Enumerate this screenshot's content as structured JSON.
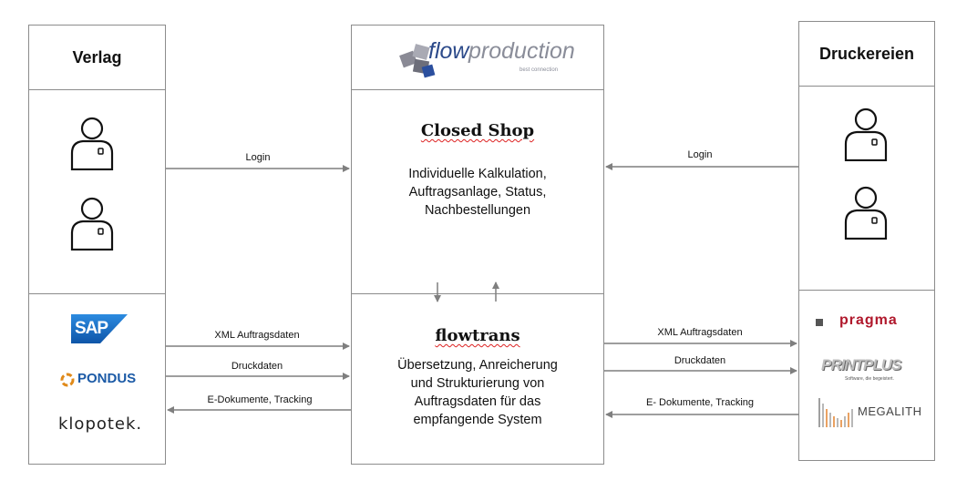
{
  "left": {
    "title": "Verlag",
    "logos": {
      "sap": "SAP",
      "pondus": "PONDUS",
      "klopotek": "klopotek."
    }
  },
  "center": {
    "logo": {
      "flow": "flow",
      "production": "production",
      "tagline": "best connection"
    },
    "shop_title": "Closed Shop",
    "shop_desc": [
      "Individuelle Kalkulation,",
      "Auftragsanlage, Status,",
      "Nachbestellungen"
    ],
    "trans_title": "flowtrans",
    "trans_desc": [
      "Übersetzung, Anreicherung",
      "und Strukturierung von",
      "Auftragsdaten für das",
      "empfangende System"
    ]
  },
  "right": {
    "title": "Druckereien",
    "logos": {
      "pragma": "pragma",
      "printplus": "PRINTPLUS",
      "printplus_tag": "Software, die begeistert.",
      "megalith": "MEGALITH"
    }
  },
  "arrows": {
    "login_left": "Login",
    "login_right": "Login",
    "xml_left": "XML Auftragsdaten",
    "druck_left": "Druckdaten",
    "edok_left": "E-Dokumente, Tracking",
    "xml_right": "XML Auftragsdaten",
    "druck_right": "Druckdaten",
    "edok_right": "E- Dokumente, Tracking"
  },
  "colors": {
    "border": "#8c8c8c",
    "arrow": "#7f7f7f",
    "sap_blue": "#1a6fc4",
    "pondus_blue": "#1b5aa6",
    "pragma_red": "#b0182c",
    "flow_blue": "#2c4a8a"
  }
}
